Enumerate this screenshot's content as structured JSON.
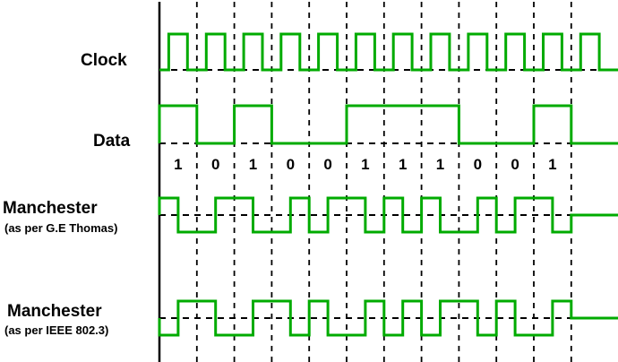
{
  "labels": {
    "clock": "Clock",
    "data": "Data",
    "manchester_thomas_title": "Manchester",
    "manchester_thomas_sub": "(as per G.E Thomas)",
    "manchester_ieee_title": "Manchester",
    "manchester_ieee_sub": "(as per IEEE 802.3)"
  },
  "bits": [
    1,
    0,
    1,
    0,
    0,
    1,
    1,
    1,
    0,
    0,
    1
  ],
  "encodings": {
    "thomas": {
      "one": "high-low",
      "zero": "low-high"
    },
    "ieee": {
      "one": "low-high",
      "zero": "high-low"
    }
  },
  "colors": {
    "waveform": "#00ab00",
    "grid": "#000000",
    "text": "#000000"
  }
}
